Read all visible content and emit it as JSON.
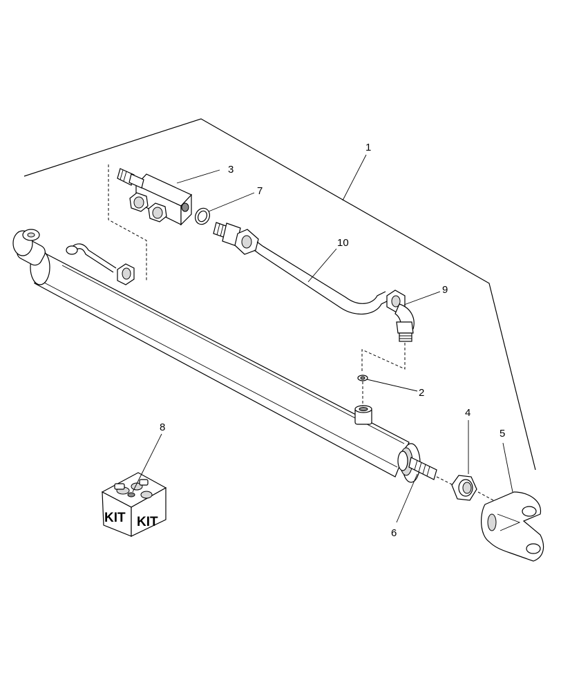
{
  "callouts": [
    {
      "id": "c1",
      "label": "1"
    },
    {
      "id": "c2",
      "label": "2"
    },
    {
      "id": "c3",
      "label": "3"
    },
    {
      "id": "c4",
      "label": "4"
    },
    {
      "id": "c5",
      "label": "5"
    },
    {
      "id": "c6",
      "label": "6"
    },
    {
      "id": "c7",
      "label": "7"
    },
    {
      "id": "c8",
      "label": "8"
    },
    {
      "id": "c9",
      "label": "9"
    },
    {
      "id": "c10",
      "label": "10"
    }
  ],
  "kit_box": {
    "face_left": "KIT",
    "face_right": "KIT"
  }
}
